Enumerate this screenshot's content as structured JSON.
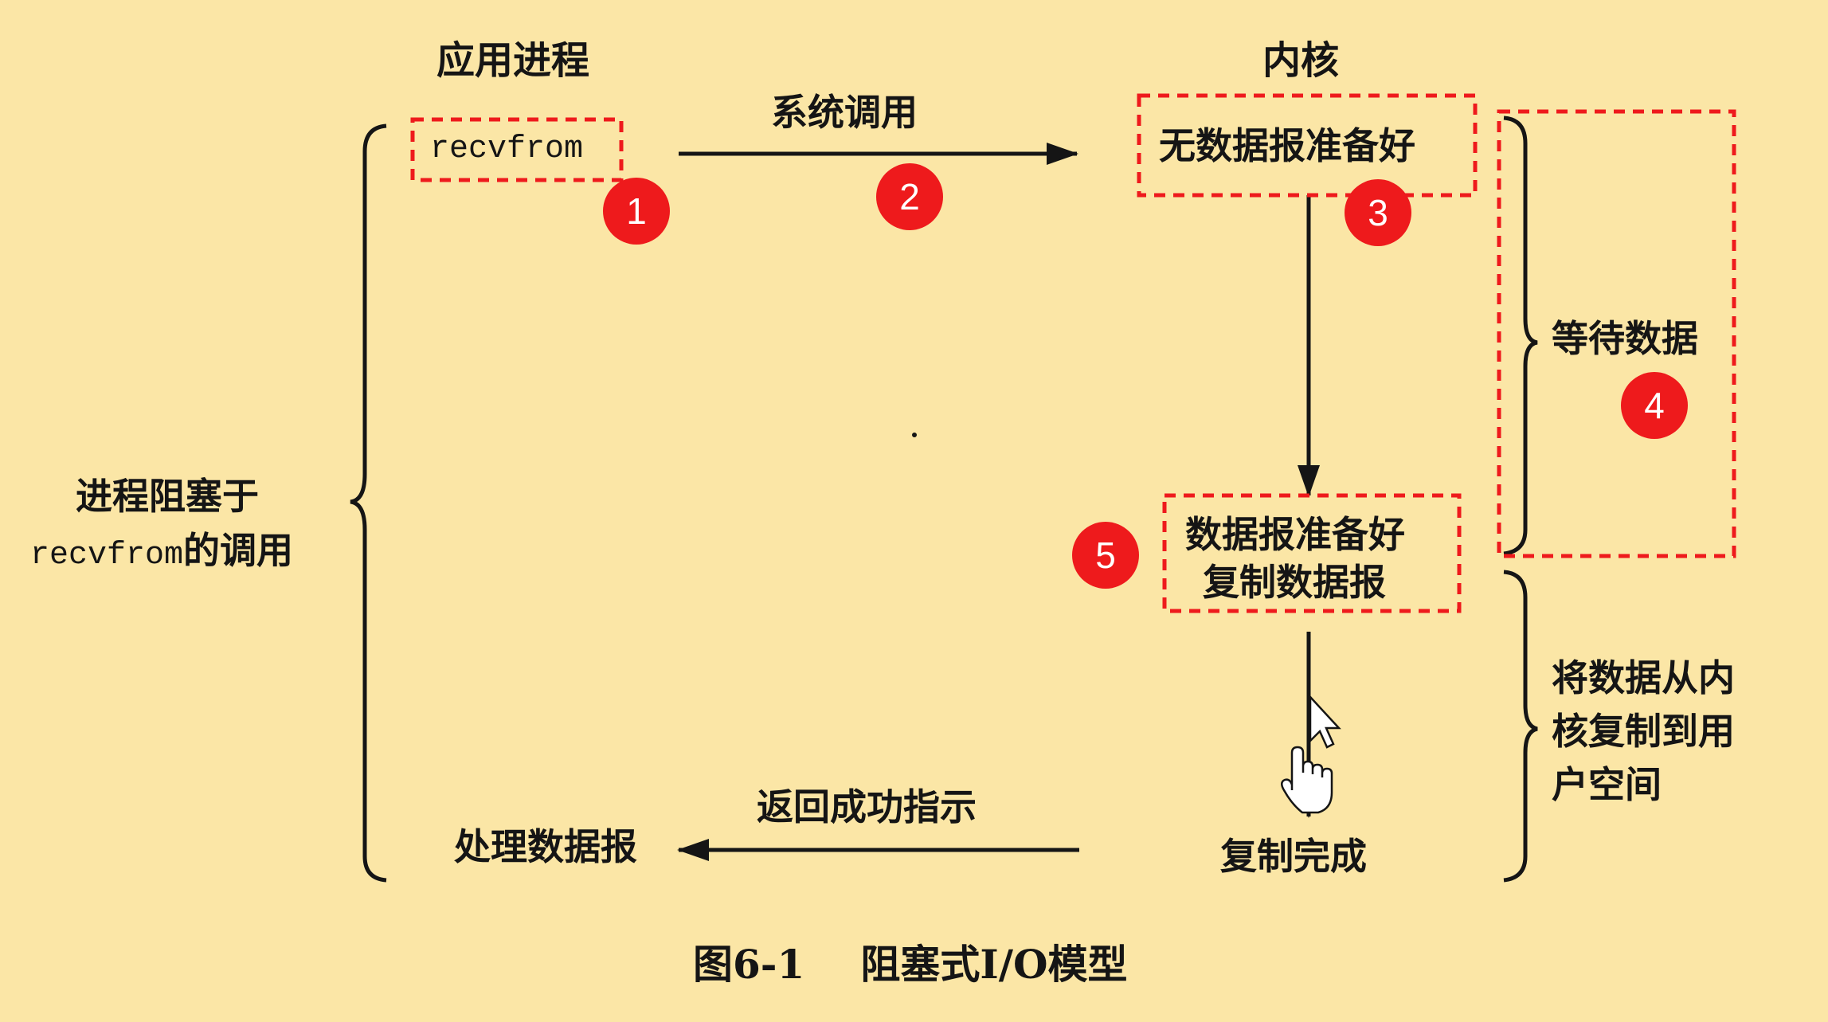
{
  "headers": {
    "app_process": "应用进程",
    "kernel": "内核"
  },
  "app": {
    "recvfrom": "recvfrom",
    "blocked_line1": "进程阻塞于",
    "blocked_line2_mono": "recvfrom",
    "blocked_line2_text": "的调用",
    "process_datagram": "处理数据报"
  },
  "arrows": {
    "syscall": "系统调用",
    "return_success": "返回成功指示"
  },
  "kernel": {
    "no_datagram_ready": "无数据报准备好",
    "datagram_ready": "数据报准备好",
    "copy_datagram": "复制数据报",
    "copy_complete": "复制完成"
  },
  "phases": {
    "wait_for_data": "等待数据",
    "copy_line1": "将数据从内",
    "copy_line2": "核复制到用",
    "copy_line3": "户空间"
  },
  "badges": [
    "1",
    "2",
    "3",
    "4",
    "5"
  ],
  "caption": {
    "figure": "图6-1",
    "title": "阻塞式I/O模型"
  },
  "colors": {
    "background": "#fbe6a6",
    "highlight": "#ee1a1c",
    "ink": "#151515"
  }
}
